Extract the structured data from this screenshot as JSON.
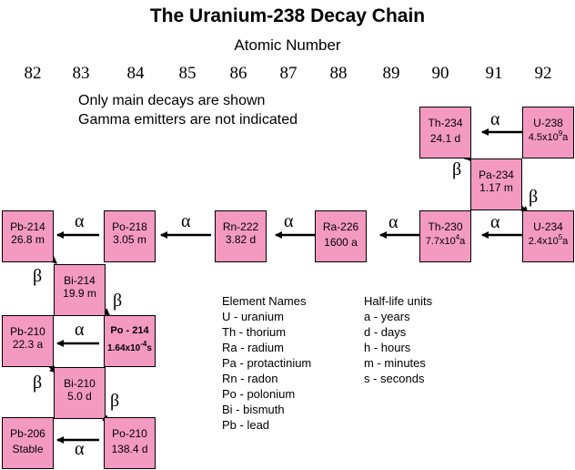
{
  "title": "The Uranium-238 Decay Chain",
  "subtitle": "Atomic Number",
  "atomic_numbers": [
    "82",
    "83",
    "84",
    "85",
    "86",
    "87",
    "88",
    "89",
    "90",
    "91",
    "92"
  ],
  "notes": [
    "Only main decays are shown",
    "Gamma emitters are not indicated"
  ],
  "symbols": {
    "alpha": "α",
    "beta": "β"
  },
  "nuclides": {
    "u238": {
      "name": "U-238",
      "base": "4.5x10",
      "exp": "9",
      "unit": "a"
    },
    "th234": {
      "name": "Th-234",
      "half_life": "24.1 d"
    },
    "pa234": {
      "name": "Pa-234",
      "half_life": "1.17 m"
    },
    "u234": {
      "name": "U-234",
      "base": "2.4x10",
      "exp": "5",
      "unit": "a"
    },
    "th230": {
      "name": "Th-230",
      "base": "7.7x10",
      "exp": "4",
      "unit": "a"
    },
    "ra226": {
      "name": "Ra-226",
      "half_life": "1600 a"
    },
    "rn222": {
      "name": "Rn-222",
      "half_life": "3.82 d"
    },
    "po218": {
      "name": "Po-218",
      "half_life": "3.05 m"
    },
    "pb214": {
      "name": "Pb-214",
      "half_life": "26.8 m"
    },
    "bi214": {
      "name": "Bi-214",
      "half_life": "19.9 m"
    },
    "po214": {
      "name": "Po - 214",
      "base": "1.64x10",
      "exp": "-4",
      "unit": "s"
    },
    "pb210": {
      "name": "Pb-210",
      "half_life": "22.3 a"
    },
    "bi210": {
      "name": "Bi-210",
      "half_life": "5.0 d"
    },
    "po210": {
      "name": "Po-210",
      "half_life": "138.4 d"
    },
    "pb206": {
      "name": "Pb-206",
      "half_life": "Stable"
    }
  },
  "legend_elements": {
    "heading": "Element Names",
    "items": [
      "U  - uranium",
      "Th - thorium",
      "Ra - radium",
      "Pa - protactinium",
      "Rn - radon",
      "Po - polonium",
      "Bi - bismuth",
      "Pb - lead"
    ]
  },
  "legend_halflife": {
    "heading": "Half-life units",
    "items": [
      "a - years",
      "d - days",
      "h - hours",
      "m - minutes",
      "s - seconds"
    ]
  },
  "colors": {
    "box_fill": "#f49ac1",
    "box_border": "#000000",
    "arrow": "#000000"
  }
}
